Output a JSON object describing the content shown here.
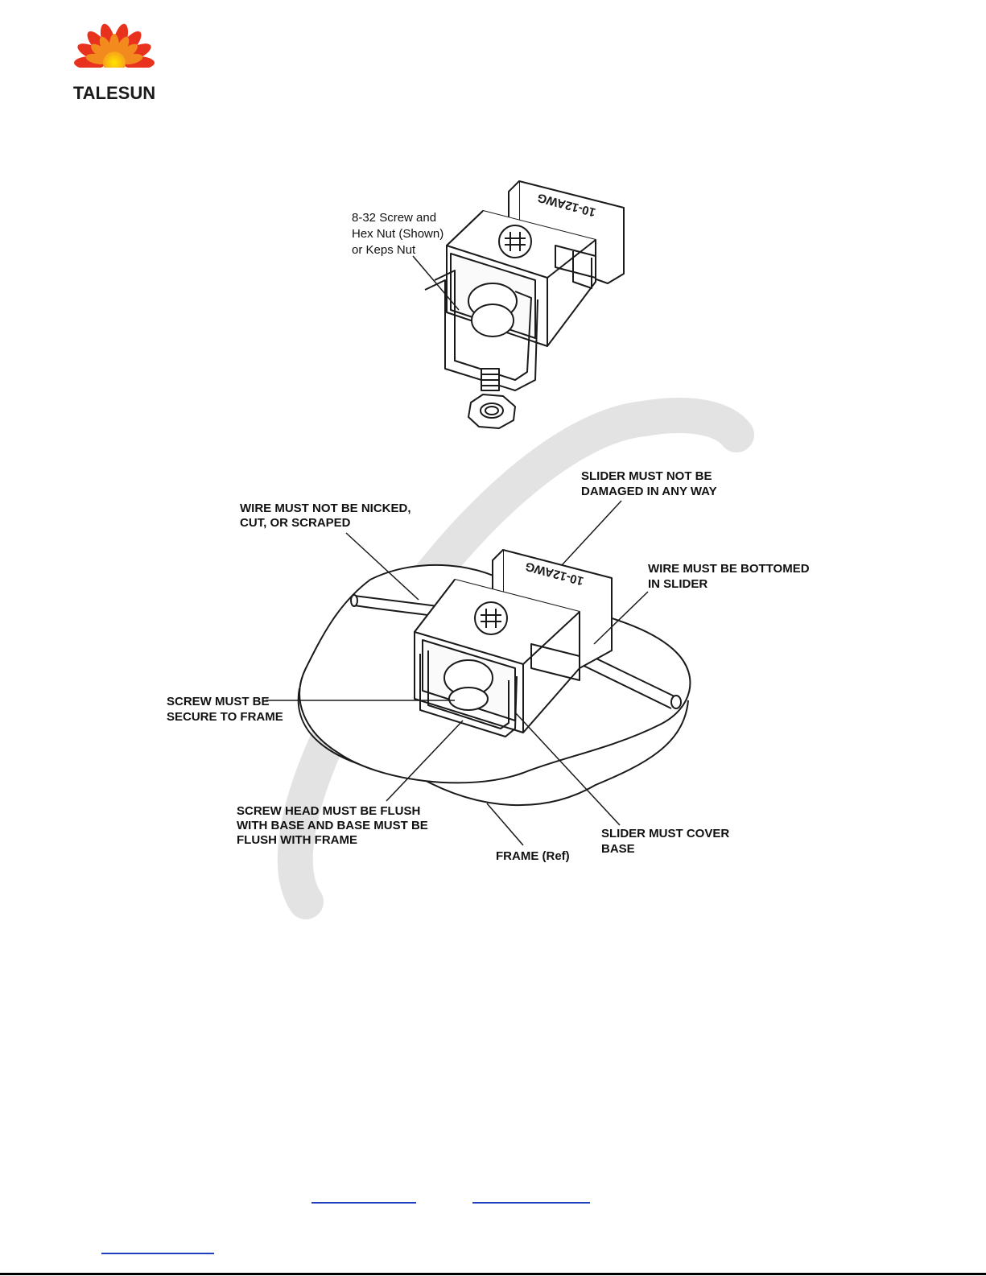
{
  "header": {
    "logo_text": "TALESUN",
    "colors": {
      "brand_red": "#e8321e",
      "brand_orange": "#f39a1b",
      "brand_text": "#1a1a1a"
    }
  },
  "figure1": {
    "part_marking": "10-12AWG",
    "callout": [
      "8-32 Screw and",
      "Hex Nut (Shown)",
      "or Keps Nut"
    ]
  },
  "figure2": {
    "part_marking": "10-12AWG",
    "callouts": {
      "slider_not_damaged": [
        "SLIDER MUST NOT BE",
        "DAMAGED IN ANY WAY"
      ],
      "wire_not_nicked": [
        "WIRE MUST NOT BE NICKED,",
        "CUT, OR SCRAPED"
      ],
      "wire_bottomed": [
        "WIRE MUST BE BOTTOMED",
        "IN SLIDER"
      ],
      "screw_secure": [
        "SCREW MUST BE",
        "SECURE TO FRAME"
      ],
      "screw_head_flush": [
        "SCREW HEAD MUST BE FLUSH",
        "WITH BASE AND BASE MUST BE",
        "FLUSH WITH FRAME"
      ],
      "slider_cover_base": [
        "SLIDER MUST COVER",
        "BASE"
      ],
      "frame_ref": [
        "FRAME (Ref)"
      ]
    }
  }
}
